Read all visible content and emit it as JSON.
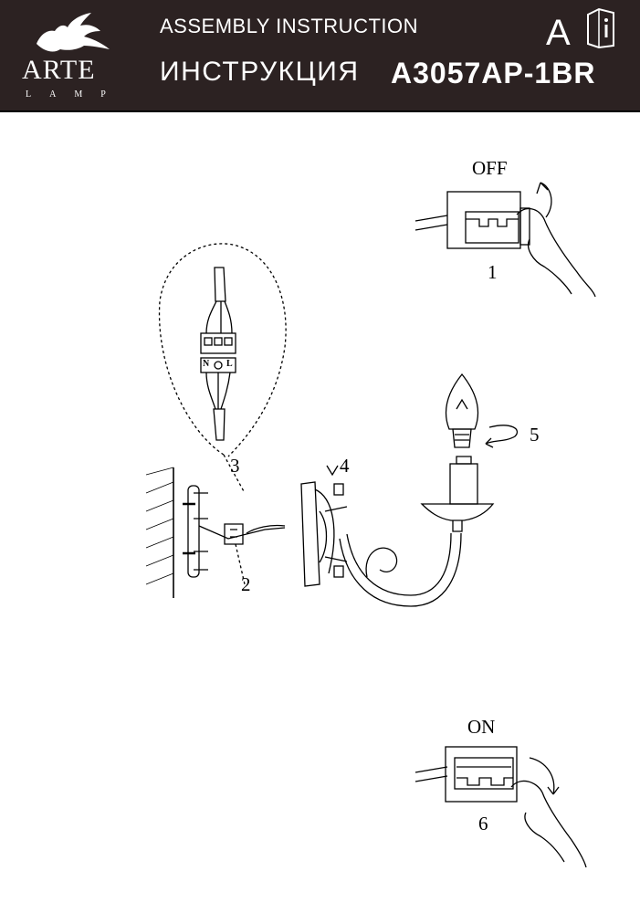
{
  "header": {
    "assembly": "ASSEMBLY INSTRUCTION",
    "instruction_ru": "ИНСТРУКЦИЯ",
    "model": "A3057AP-1BR",
    "letter": "A",
    "brand": "ARTE",
    "brand_sub": "LAMP",
    "background_color": "#2c2222"
  },
  "diagram": {
    "switch_off_label": "OFF",
    "switch_on_label": "ON",
    "terminal_n": "N",
    "terminal_l": "L",
    "steps": [
      "1",
      "2",
      "3",
      "4",
      "5",
      "6"
    ]
  }
}
